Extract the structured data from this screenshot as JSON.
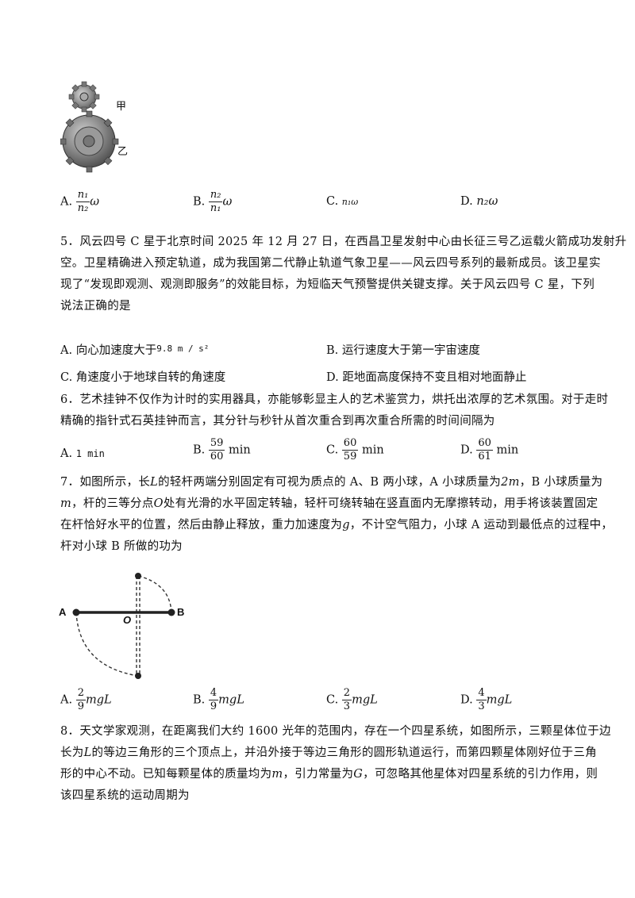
{
  "gear_figure": {
    "label_jia": "甲",
    "label_yi": "乙"
  },
  "q4": {
    "options": [
      {
        "letter": "A.",
        "num": "n₁",
        "den": "n₂",
        "tail": "ω"
      },
      {
        "letter": "B.",
        "num": "n₂",
        "den": "n₁",
        "tail": "ω"
      },
      {
        "letter": "C.",
        "text": "n₁ω"
      },
      {
        "letter": "D.",
        "text": "n₂ω"
      }
    ]
  },
  "q5": {
    "lines": [
      "5．风云四号 C 星于北京时间 2025 年 12 月 27 日，在西昌卫星发射中心由长征三号乙运载火箭成功发射升",
      "空。卫星精确进入预定轨道，成为我国第二代静止轨道气象卫星——风云四号系列的最新成员。该卫星实",
      "现了“发现即观测、观测即服务”的效能目标，为短临天气预警提供关键支撑。关于风云四号 C 星，下列",
      "说法正确的是"
    ],
    "options": [
      {
        "letter": "A.",
        "text": "向心加速度大于",
        "math": "9.8 m / s²"
      },
      {
        "letter": "B.",
        "text": "运行速度大于第一宇宙速度"
      },
      {
        "letter": "C.",
        "text": "角速度小于地球自转的角速度"
      },
      {
        "letter": "D.",
        "text": "距地面高度保持不变且相对地面静止"
      }
    ]
  },
  "q6": {
    "lines": [
      "6．艺术挂钟不仅作为计时的实用器具，亦能够彰显主人的艺术鉴赏力，烘托出浓厚的艺术氛围。对于走时",
      "精确的指针式石英挂钟而言，其分针与秒针从首次重合到再次重合所需的时间间隔为"
    ],
    "options": [
      {
        "letter": "A.",
        "text": "1 min"
      },
      {
        "letter": "B.",
        "num": "59",
        "den": "60",
        "tail": "min"
      },
      {
        "letter": "C.",
        "num": "60",
        "den": "59",
        "tail": "min"
      },
      {
        "letter": "D.",
        "num": "60",
        "den": "61",
        "tail": "min"
      }
    ]
  },
  "q7": {
    "line1_a": "7．如图所示，长",
    "line1_L": "L",
    "line1_b": "的轻杆两端分别固定有可视为质点的 A、B 两小球，A 小球质量为",
    "line1_2m": "2m",
    "line1_c": "，B 小球质量为",
    "line2_m": "m",
    "line2_a": "，杆的三等分点",
    "line2_O": "O",
    "line2_b": "处有光滑的水平固定转轴，轻杆可绕转轴在竖直面内无摩擦转动，用手将该装置固定",
    "line3_a": "在杆恰好水平的位置，然后由静止释放，重力加速度为",
    "line3_g": "g",
    "line3_b": "，不计空气阻力，小球 A 运动到最低点的过程中，",
    "line4": "杆对小球 B 所做的功为",
    "figure": {
      "label_A": "A",
      "label_B": "B",
      "label_O": "O"
    },
    "options": [
      {
        "letter": "A.",
        "num": "2",
        "den": "9",
        "tail": "mgL"
      },
      {
        "letter": "B.",
        "num": "4",
        "den": "9",
        "tail": "mgL"
      },
      {
        "letter": "C.",
        "num": "2",
        "den": "3",
        "tail": "mgL"
      },
      {
        "letter": "D.",
        "num": "4",
        "den": "3",
        "tail": "mgL"
      }
    ]
  },
  "q8": {
    "line1": "8．天文学家观测，在距离我们大约 1600 光年的范围内，存在一个四星系统，如图所示，三颗星体位于边",
    "line2_a": "长为",
    "line2_L": "L",
    "line2_b": "的等边三角形的三个顶点上，并沿外接于等边三角形的圆形轨道运行，而第四颗星体刚好位于三角",
    "line3_a": "形的中心不动。已知每颗星体的质量均为",
    "line3_m": "m",
    "line3_b": "，引力常量为",
    "line3_G": "G",
    "line3_c": "，可忽略其他星体对四星系统的引力作用，则",
    "line4": "该四星系统的运动周期为"
  }
}
